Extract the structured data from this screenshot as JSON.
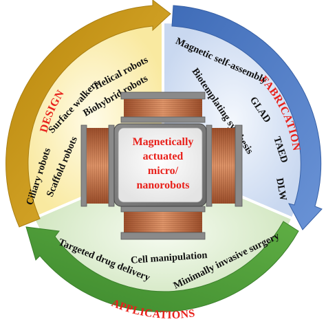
{
  "center": {
    "lines": [
      "Magnetically",
      "actuated",
      "micro/",
      "nanorobots"
    ]
  },
  "sections": {
    "design": {
      "title": "DESIGN",
      "items": [
        "Helical robots",
        "Surface walkers",
        "Biohybrid robots",
        "Ciliary robots",
        "Scaffold robots"
      ]
    },
    "fabrication": {
      "title": "FABRICATION",
      "items": [
        "Magnetic self-assembly",
        "Biotemplating synthesis",
        "GLAD",
        "TAED",
        "DLW"
      ]
    },
    "applications": {
      "title": "APPLICATIONS",
      "items": [
        "Targeted drug delivery",
        "Cell manipulation",
        "Minimally invasive surgery"
      ]
    }
  },
  "colors": {
    "design_arrow": "#c99a1c",
    "design_fill": "#fff6cc",
    "fabrication_arrow": "#4e78c4",
    "fabrication_fill": "#dfe8f6",
    "applications_arrow": "#4f9a3c",
    "applications_fill": "#e6f1dc",
    "title_red": "#e8201a",
    "coil_copper": "#c8754a"
  },
  "icons": {
    "center_device": "electromagnetic-coil-system-icon"
  }
}
